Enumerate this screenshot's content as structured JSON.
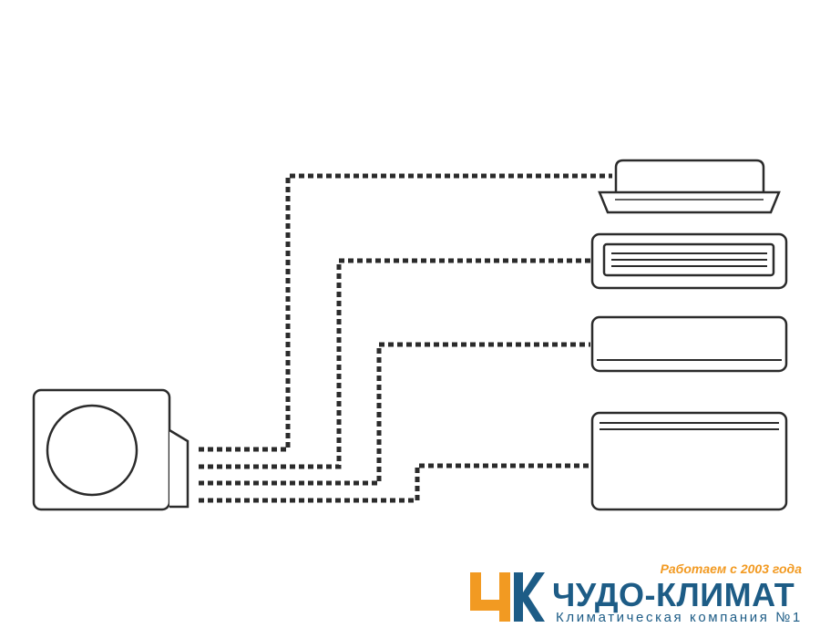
{
  "diagram": {
    "outdoor_unit": "outdoor-unit",
    "indoor_units": [
      "cassette-unit",
      "duct-unit",
      "wall-split-unit",
      "floor-console-unit"
    ],
    "connection_style": "dotted"
  },
  "logo": {
    "tagline": "Работаем с 2003 года",
    "name": "ЧУДО-КЛИМАТ",
    "subtitle": "Климатическая компания №1"
  },
  "colors": {
    "line": "#2b2b2b",
    "brand_blue": "#1d5c86",
    "brand_orange": "#f29a22",
    "background": "#ffffff"
  }
}
